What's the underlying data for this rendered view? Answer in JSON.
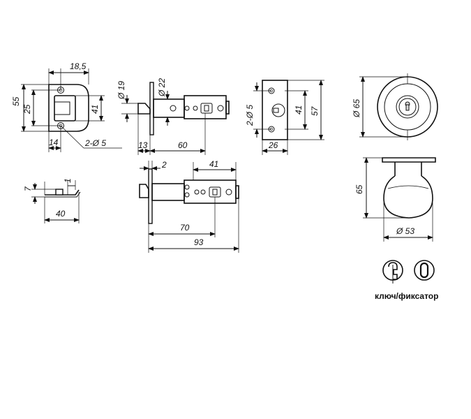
{
  "strike_front": {
    "dim_width_total": "18,5",
    "dim_height": "55",
    "dim_hole_spacing": "25",
    "dim_inner_height": "41",
    "dim_hole_offset": "14",
    "dim_holes": "2-Ø 5"
  },
  "strike_side": {
    "dim_thickness": "7",
    "dim_lip": "1",
    "dim_length": "40"
  },
  "latch_60": {
    "dim_backset_dia": "Ø 19",
    "dim_face_dia": "Ø 22",
    "dim_plate": "13",
    "dim_backset": "60"
  },
  "latch_70": {
    "dim_face": "2",
    "dim_tail": "41",
    "dim_backset": "70",
    "dim_total": "93"
  },
  "faceplate": {
    "dim_holes": "2-Ø 5",
    "dim_inner": "41",
    "dim_height": "57",
    "dim_width": "26"
  },
  "knob": {
    "dim_rose_dia": "Ø 65",
    "dim_projection": "65",
    "dim_knob_dia": "Ø 53"
  },
  "legend": {
    "caption": "ключ/фиксатор",
    "icons": [
      "key-cylinder-icon",
      "thumbturn-icon"
    ]
  }
}
